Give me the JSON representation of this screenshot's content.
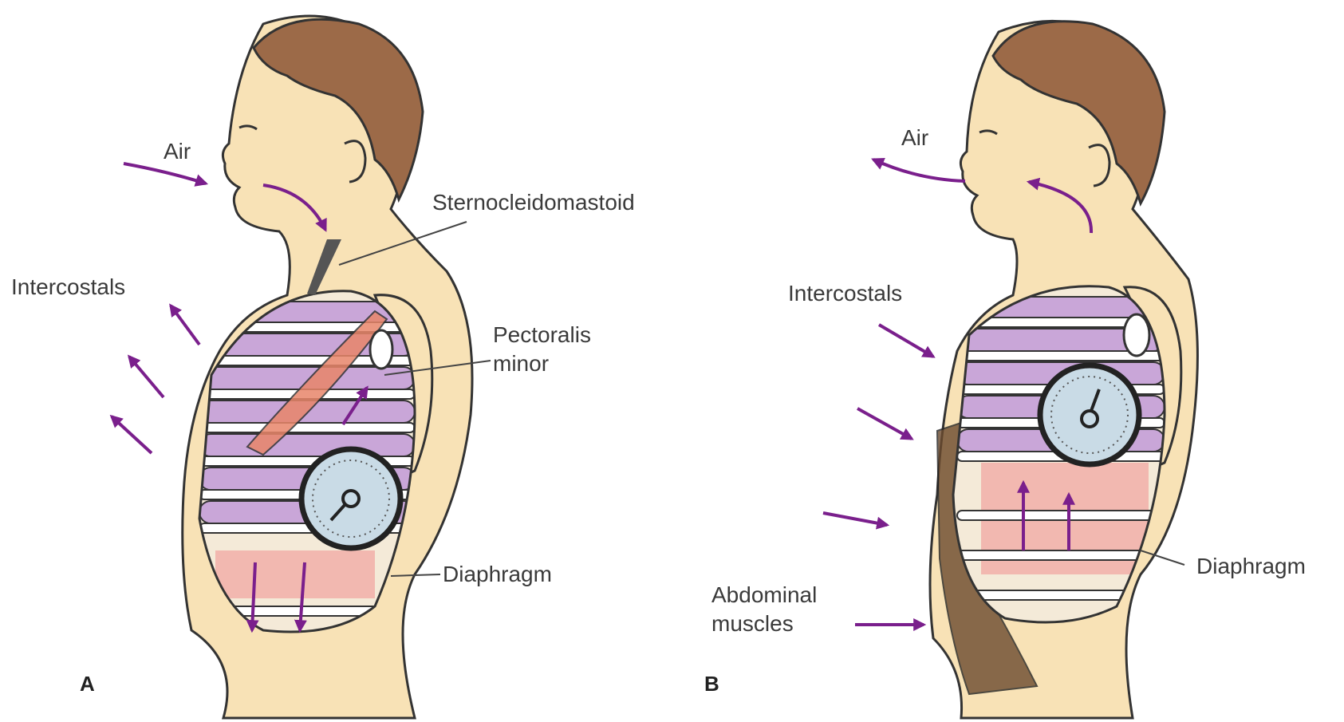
{
  "panel_a": {
    "letter": "A",
    "air": "Air",
    "intercostals": "Intercostals",
    "sternocleidomastoid": "Sternocleidomastoid",
    "pectoralis_line1": "Pectoralis",
    "pectoralis_line2": "minor",
    "diaphragm": "Diaphragm"
  },
  "panel_b": {
    "letter": "B",
    "air": "Air",
    "intercostals": "Intercostals",
    "diaphragm": "Diaphragm",
    "abdominal_line1": "Abdominal",
    "abdominal_line2": "muscles"
  },
  "colors": {
    "skin": "#f8e2b6",
    "hair": "#9c6a48",
    "lung": "#c9a6d8",
    "diaphragm": "#f2b8b0",
    "arrow": "#7a1f8c",
    "gauge": "#c9dbe6"
  }
}
